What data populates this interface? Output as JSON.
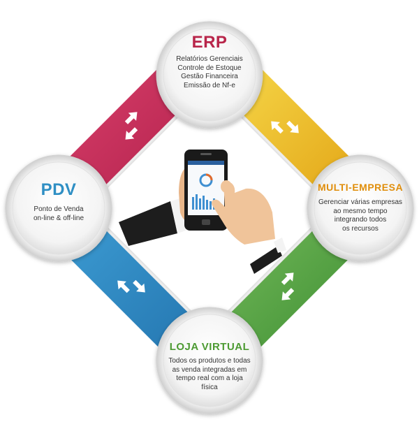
{
  "colors": {
    "erp": "#b8254a",
    "pdv": "#2f8fc4",
    "multi": "#e08e0b",
    "loja": "#4c9a32",
    "band_top_left": "#c92f5c",
    "band_top_right": "#efc230",
    "band_bottom_left": "#2e89c3",
    "band_bottom_right": "#5aa745"
  },
  "nodes": {
    "erp": {
      "title": "ERP",
      "lines": [
        "Relatórios Gerenciais",
        "Controle de Estoque",
        "Gestão Financeira",
        "Emissão de Nf-e"
      ]
    },
    "pdv": {
      "title": "PDV",
      "lines": [
        "Ponto de Venda",
        "on-line & off-line"
      ]
    },
    "multi": {
      "title": "MULTI-EMPRESA",
      "lines": [
        "Gerenciar várias empresas",
        "ao mesmo tempo",
        "integrando todos",
        "os recursos"
      ]
    },
    "loja": {
      "title": "LOJA VIRTUAL",
      "lines": [
        "Todos os produtos e todas",
        "as venda integradas em",
        "tempo real com a loja",
        "física"
      ]
    },
    "icons": [
      "bidirectional-arrows-icon",
      "smartphone-icon",
      "hand-icon"
    ]
  }
}
